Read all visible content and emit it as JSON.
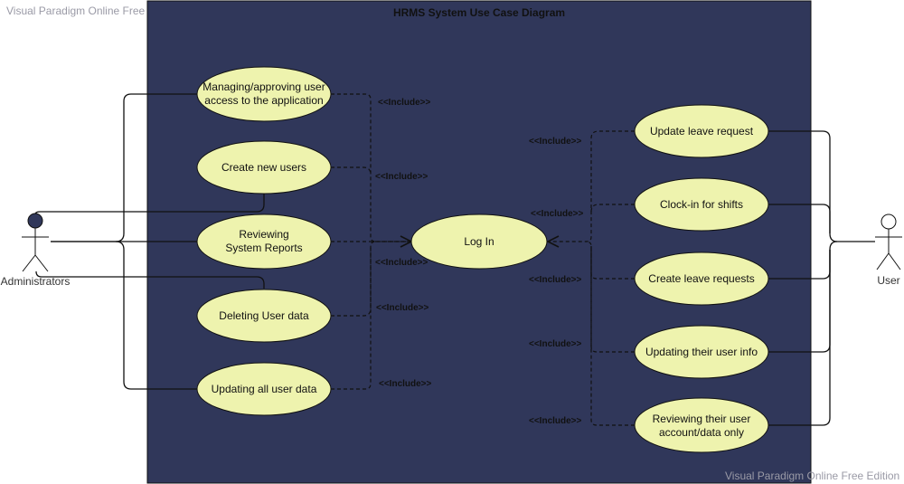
{
  "watermark": {
    "top": "Visual Paradigm Online Free Edition",
    "bottom": "Visual Paradigm Online Free Edition"
  },
  "diagram": {
    "title": "HRMS System Use Case Diagram",
    "include_label": "<<Include>>",
    "colors": {
      "system_fill": "#30375a",
      "usecase_fill": "#eef3ae",
      "line": "#111111"
    },
    "actors": {
      "admin": "Administrators",
      "user": "User"
    },
    "center": "Log In",
    "admin_cases": [
      [
        "Managing/approving user",
        "access to the application"
      ],
      [
        "Create new users"
      ],
      [
        "Reviewing",
        "System Reports"
      ],
      [
        "Deleting User data"
      ],
      [
        "Updating all user data"
      ]
    ],
    "user_cases": [
      [
        "Update leave request"
      ],
      [
        "Clock-in for shifts"
      ],
      [
        "Create leave requests"
      ],
      [
        "Updating their user info"
      ],
      [
        "Reviewing their user",
        "account/data only"
      ]
    ]
  }
}
